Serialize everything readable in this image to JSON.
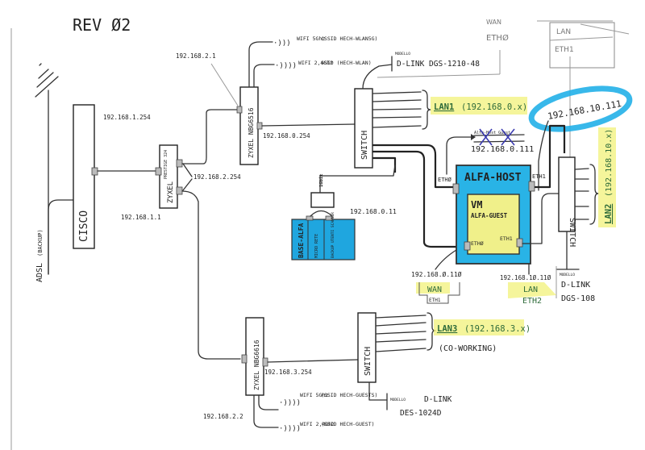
{
  "title": "REV Ø2",
  "devices": {
    "cisco": {
      "label": "CISCO",
      "ip": "192.168.1.254"
    },
    "adsl": {
      "label": "ADSL",
      "note": "(BACKUP)"
    },
    "zyxel_prestige": {
      "label": "ZYXEL",
      "model": "PRESTIGE 324",
      "ip_wan": "192.168.1.1",
      "ip_lan": "192.168.2.254"
    },
    "zyxel_top": {
      "label": "ZYXEL NBG6516",
      "ip_wan": "192.168.2.1",
      "ip_lan": "192.168.0.254"
    },
    "zyxel_bottom": {
      "label": "ZYXEL NBG6616",
      "ip_wan": "192.168.2.2",
      "ip_lan": "192.168.3.254"
    },
    "switch_top": {
      "label": "SWITCH",
      "model_prefix": "MODELLO",
      "model": "D-LINK DGS-1210-48"
    },
    "switch_right": {
      "label": "SWITCH",
      "model_prefix": "MODELLO",
      "model_line1": "D-LINK",
      "model_line2": "DGS-108"
    },
    "switch_bottom": {
      "label": "SWITCH",
      "model_prefix": "MODELLO",
      "model_line1": "D-LINK",
      "model_line2": "DES-1024D"
    },
    "alfa_host": {
      "label": "ALFA-HOST",
      "eth0": "ETHØ",
      "eth1": "ETH1",
      "ip_crossed": "192.168.0.111"
    },
    "vm": {
      "label": "VM",
      "name": "ALFA-GUEST",
      "eth0": "ETHØ",
      "eth1": "ETH1"
    },
    "backup": {
      "label": "BASE-ALFA",
      "col1": "MICRO RETE",
      "col2": "BACKUP UTENTI SCANNER",
      "link": "1Gbit",
      "ip": "192.168.0.11"
    },
    "wan_eth1": {
      "ip": "192.168.Ø.11Ø",
      "label": "WAN",
      "sub": "ETH1"
    },
    "lan_eth2": {
      "ip": "192.168.1Ø.11Ø",
      "label": "LAN",
      "sub": "ETH2"
    }
  },
  "wifi": {
    "top_5g": {
      "band": "WIFI 5Ghz",
      "ssid": "(SSID HECH-WLAN5G)"
    },
    "top_24g": {
      "band": "WIFI 2,4Ghz",
      "ssid": "SSID (HECH-WLAN)"
    },
    "bottom_5g": {
      "band": "WIFI 5Ghz",
      "ssid": "(SSID HECH-GUESTS)"
    },
    "bottom_24g": {
      "band": "WIFI 2,4Ghz",
      "ssid": "(SSID HECH-GUEST)"
    }
  },
  "networks": {
    "lan1": {
      "name": "LAN1",
      "subnet": "(192.168.0.x)"
    },
    "lan2": {
      "name": "LAN2",
      "subnet": "(192.168.10.x)"
    },
    "lan3": {
      "name": "LAN3",
      "subnet": "(192.168.3.x)",
      "note": "(CO-WORKING)"
    }
  },
  "sketch": {
    "wan_label": "WAN",
    "eth0_label": "ETHØ",
    "lan_label": "LAN",
    "eth1_label": "ETH1",
    "circled_ip": "192.168.10.111"
  },
  "colors": {
    "highlight_yellow": "#f2f27a",
    "host_blue": "#29b3e6",
    "circle_blue": "#22b0e8",
    "text_green": "#2e6b3a"
  }
}
